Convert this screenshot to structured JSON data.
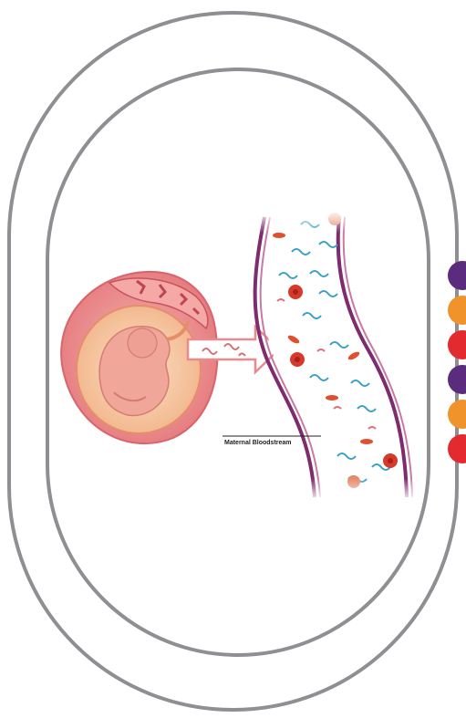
{
  "diagram": {
    "label": "Maternal Bloodstream"
  },
  "colors": {
    "frame": "#8f8f93",
    "dots": [
      "#5b2c7e",
      "#f0932a",
      "#e32a2f",
      "#5b2c7e",
      "#f0932a",
      "#e32a2f"
    ],
    "vessel_wall": "#7e2c6e",
    "dna": "#3ba2c4",
    "red_cell": "#d63a2a",
    "uterus": "#e9858a",
    "fetus": "#f3c4a8"
  },
  "icons": [
    "uterus-fetus-illustration",
    "arrow-icon",
    "blood-vessel-illustration",
    "dna-fragment-icon",
    "red-blood-cell-icon"
  ]
}
